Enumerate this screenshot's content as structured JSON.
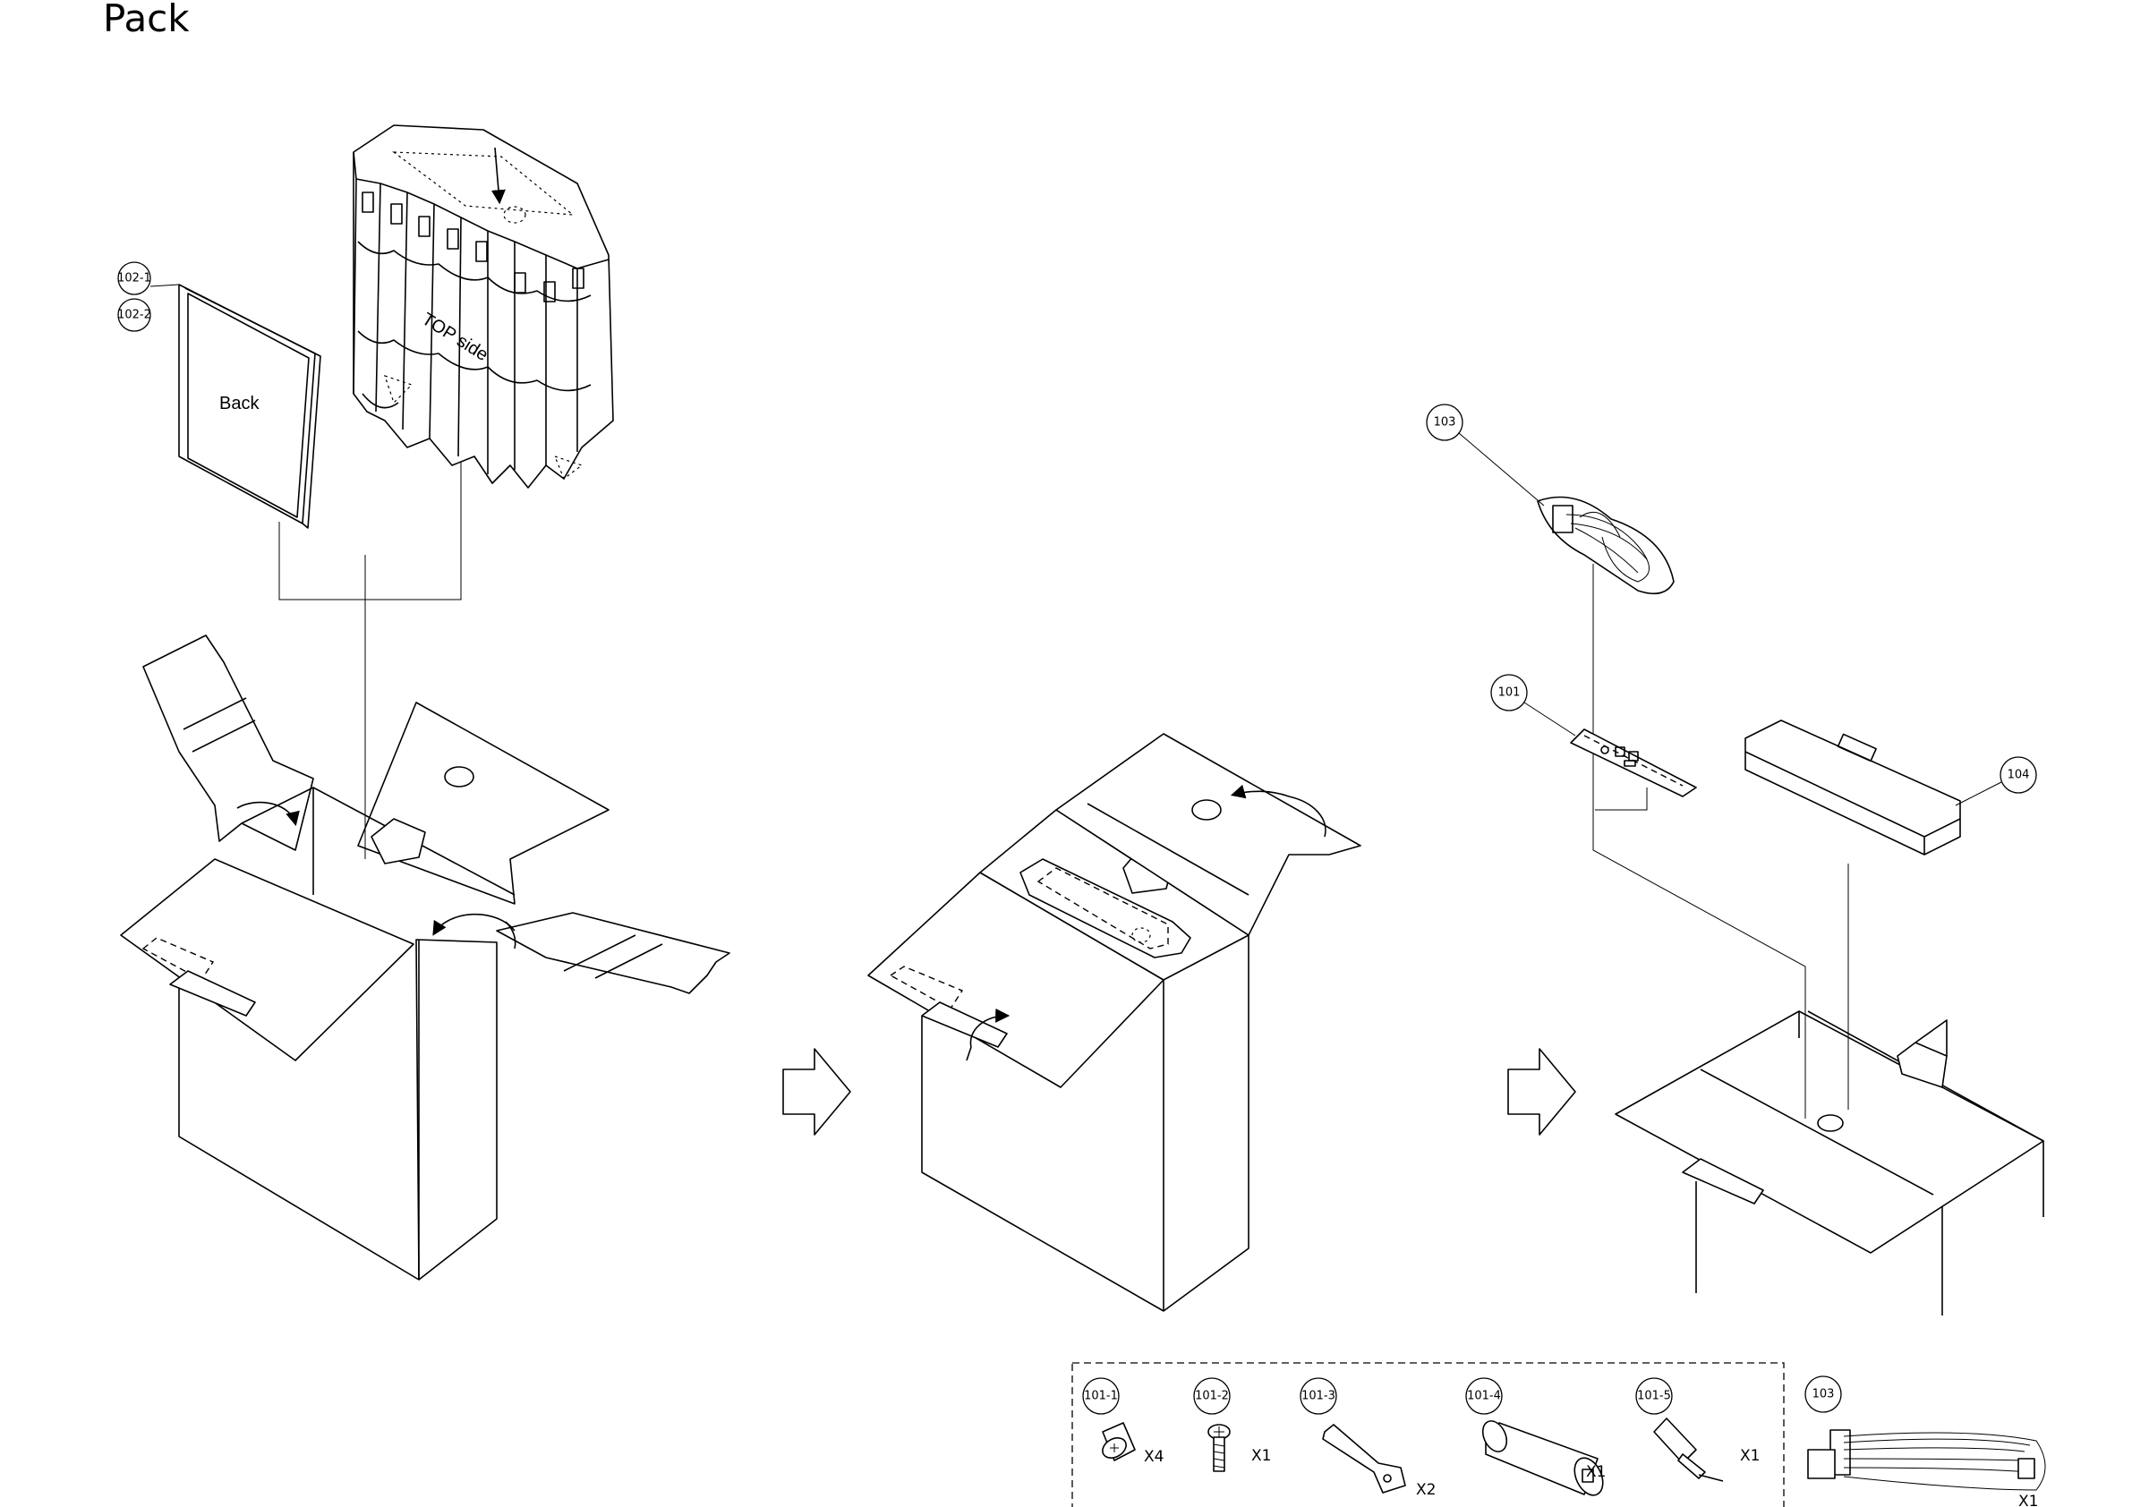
{
  "title": "Pack",
  "labels": {
    "back": "Back",
    "top_side": "TOP side"
  },
  "callouts": {
    "c102_1": "102-1",
    "c102_2": "102-2",
    "c103": "103",
    "c101": "101",
    "c104": "104",
    "c101_1": "101-1",
    "c101_2": "101-2",
    "c101_3": "101-3",
    "c101_4": "101-4",
    "c101_5": "101-5",
    "c103_b": "103"
  },
  "quantities": {
    "q101_1": "X4",
    "q101_2": "X1",
    "q101_3": "X2",
    "q101_4": "X1",
    "q101_5": "X1",
    "q103": "X1"
  }
}
